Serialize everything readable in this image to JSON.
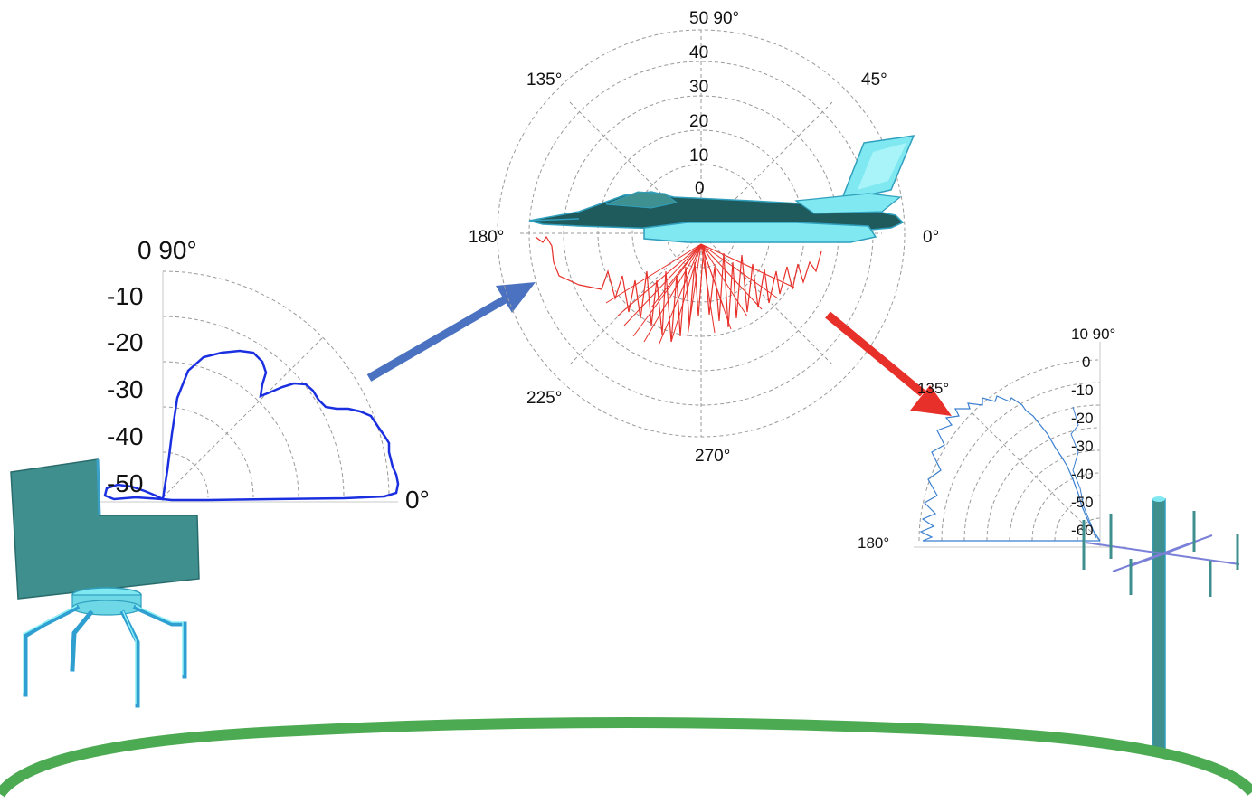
{
  "colors": {
    "transmit_pattern": "#1a2fe0",
    "scatter_pattern": "#e8302a",
    "receive_pattern": "#3a7fd0",
    "incident_arrow": "#4a72c0",
    "scattered_arrow": "#e8302a",
    "ground": "#4caa52",
    "radar_panel": "#3f8f8f",
    "cyan_model": "#7fe8f0",
    "aircraft_dark": "#1f5a5c"
  },
  "transmitter_plot": {
    "radial_ticks": [
      "0 90°",
      "-10",
      "-20",
      "-30",
      "-40",
      "-50"
    ],
    "angle_labels": [
      "0°"
    ]
  },
  "aircraft_plot": {
    "radial_ticks": [
      "50 90°",
      "40",
      "30",
      "20",
      "10",
      "0"
    ],
    "angle_labels": [
      "135°",
      "45°",
      "180°",
      "0°",
      "225°",
      "270°"
    ]
  },
  "receiver_plot": {
    "radial_ticks": [
      "10 90°",
      "0",
      "-10",
      "-20",
      "-30",
      "-40",
      "-50",
      "-60"
    ],
    "angle_labels": [
      "135°",
      "180°"
    ]
  },
  "icons": [
    "radar-antenna-icon",
    "fighter-jet-icon",
    "receiver-antenna-mast-icon"
  ]
}
